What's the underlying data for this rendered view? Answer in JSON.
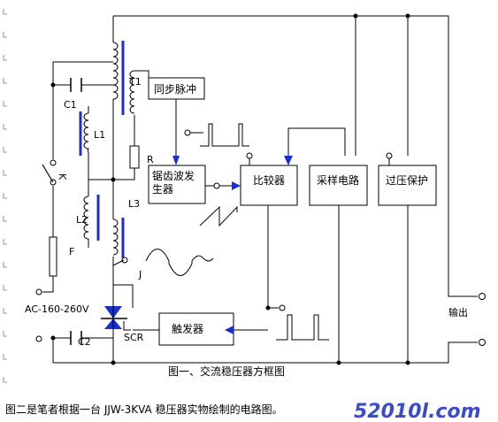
{
  "labels": {
    "t1": "T1",
    "c1": "C1",
    "l1": "L1",
    "l2": "L2",
    "l3": "L3",
    "r": "R",
    "f": "F",
    "j": "J",
    "c2": "C2",
    "scr": "SCR",
    "k": "K",
    "input": "AC-160-260V",
    "output": "输出"
  },
  "blocks": {
    "sync": "同步脉冲",
    "ramp": "锯齿波发生器",
    "comparator": "比较器",
    "sampling": "采样电路",
    "overvoltage": "过压保护",
    "trigger": "触发器"
  },
  "caption": "图一、交流稳压器方框图",
  "note": "图二是笔者根据一台 JJW-3KVA 稳压器实物绘制的电路图。",
  "watermark": "52010l.com",
  "colors": {
    "line": "#000000",
    "accent": "#1a2fcf"
  }
}
